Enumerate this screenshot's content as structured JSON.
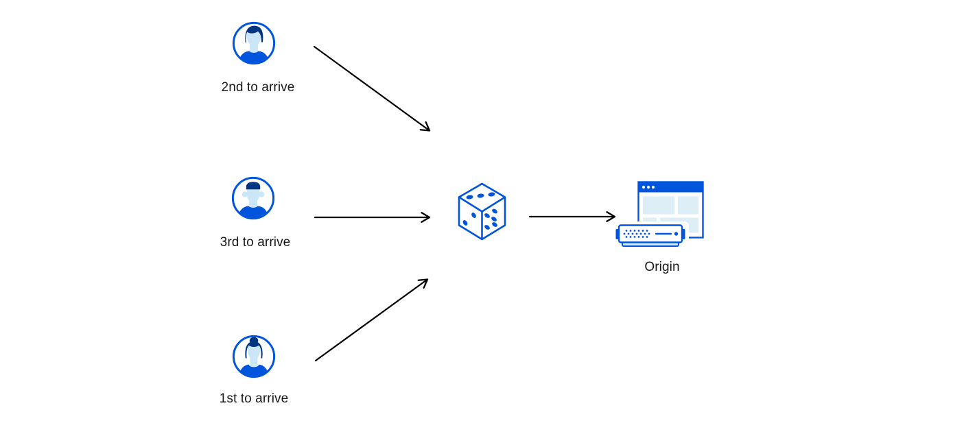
{
  "diagram": {
    "visitors": [
      {
        "id": "visitor-2nd",
        "label": "2nd to arrive",
        "avatar": "person-short-swept-hair"
      },
      {
        "id": "visitor-3rd",
        "label": "3rd to arrive",
        "avatar": "person-flat-top-hair"
      },
      {
        "id": "visitor-1st",
        "label": "1st to arrive",
        "avatar": "person-hair-bun"
      }
    ],
    "selector": {
      "icon": "dice"
    },
    "origin": {
      "label": "Origin",
      "icon": "browser-window-and-server"
    },
    "edges": [
      {
        "from": "visitor-2nd",
        "to": "dice"
      },
      {
        "from": "visitor-3rd",
        "to": "dice"
      },
      {
        "from": "visitor-1st",
        "to": "dice"
      },
      {
        "from": "dice",
        "to": "origin"
      }
    ],
    "colors": {
      "primary_blue": "#0055dc",
      "dark_navy": "#003681",
      "light_blue": "#cbe7f7",
      "pale_blue": "#ddeef7",
      "arrow": "#000000",
      "text": "#17181a",
      "background": "#ffffff"
    }
  }
}
